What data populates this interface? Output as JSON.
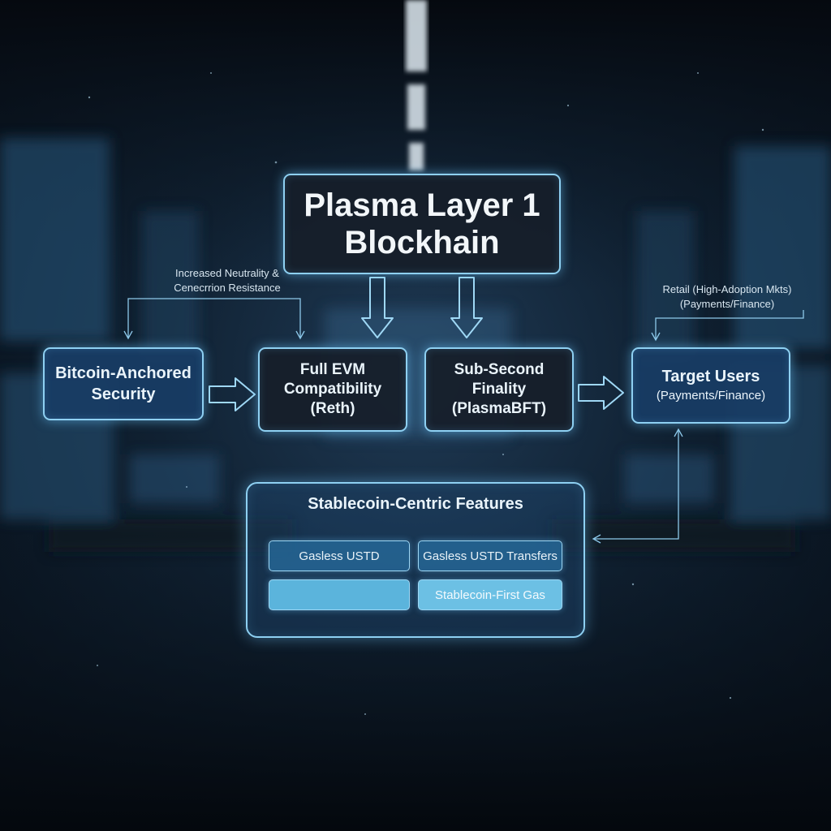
{
  "diagram": {
    "title": "Plasma Layer 1\nBlockhain",
    "nodes": {
      "bitcoin_anchored_security": "Bitcoin-Anchored\nSecurity",
      "full_evm": "Full EVM\nCompatibility\n(Reth)",
      "sub_second_finality": "Sub-Second\nFinality\n(PlasmaBFT)",
      "target_users": "Target Users",
      "target_users_sub": "(Payments/Finance)"
    },
    "annotations": {
      "neutrality": "Increased Neutrality &\nCenecrrion Resistance",
      "retail": "Retail (High-Adoption Mkts)\n(Payments/Finance)"
    },
    "features_panel": {
      "title": "Stablecoin-Centric Features",
      "items": [
        "Gasless USTD",
        "Gasless USTD Transfers",
        "",
        "Stablecoin-First Gas"
      ]
    }
  },
  "colors": {
    "accent": "#8ed0f2",
    "box_dark": "#161f2a",
    "box_blue": "#183c64",
    "pill_light": "#5bb4dc"
  }
}
